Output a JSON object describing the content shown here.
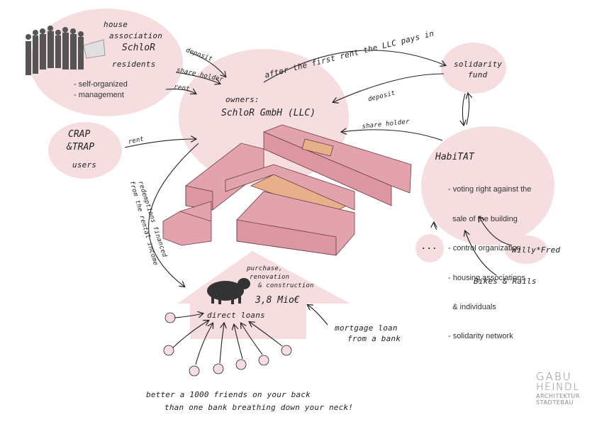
{
  "house_association": {
    "title_1": "house",
    "title_2": "association",
    "name": "SchloR",
    "subtitle": "residents",
    "bullets": [
      "- self-organized",
      "- management"
    ]
  },
  "owners": {
    "label": "owners:",
    "name": "SchloR GmbH (LLC)"
  },
  "crap_trap": {
    "line1": "CRAP",
    "line2": "&TRAP",
    "line3": "users"
  },
  "solidarity_fund": {
    "line1": "solidarity",
    "line2": "fund"
  },
  "habitat": {
    "name": "HabiTAT",
    "bullets": [
      "- voting right against the",
      "  sale of the building",
      "- control organization",
      "- housing associations",
      "  & individuals",
      "- solidarity network"
    ]
  },
  "members": {
    "dots": "...",
    "willy": "Willy*Fred",
    "bikes": "Bikes & Rails"
  },
  "arrows": {
    "deposit_top": "deposit",
    "share_holder_top": "share holder",
    "rent_top": "rent",
    "first_rent": "after the first rent the LLC pays in",
    "deposit_right": "deposit",
    "share_holder_right": "share holder",
    "rent_left": "rent",
    "refinanced_1": "redemptions financed",
    "refinanced_2": "from the rental income"
  },
  "financing": {
    "purchase_1": "purchase,",
    "purchase_2": "renovation",
    "purchase_3": "& construction",
    "amount": "3,8 Mio€",
    "direct_loans": "direct loans",
    "mortgage_1": "mortgage loan",
    "mortgage_2": "from a bank"
  },
  "motto": {
    "line1": "better a 1000 friends on your back",
    "line2": "than one bank breathing down your neck!"
  },
  "logo": {
    "line1": "GABU",
    "line2": "HEINDL",
    "line3": "ARCHITEKTUR",
    "line4": "STADTEBAU"
  },
  "colors": {
    "blob": "#f5dde0",
    "building": "#e3a3ad",
    "roof_accent": "#e8b08a",
    "ink": "#222222"
  }
}
